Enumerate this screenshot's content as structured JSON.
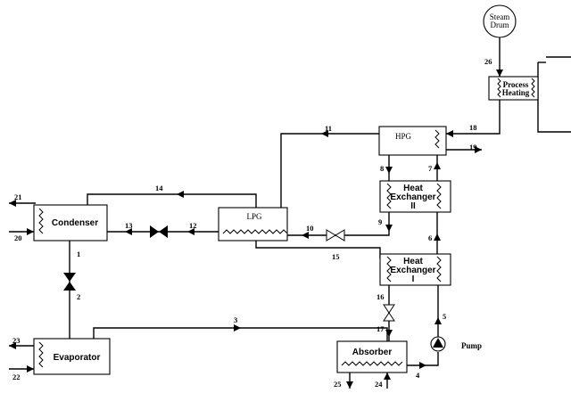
{
  "components": {
    "steam_drum": [
      "Steam",
      "Drum"
    ],
    "process_heating": [
      "Process",
      "Heating"
    ],
    "hpg": "HPG",
    "heat_exchanger_2": [
      "Heat",
      "Exchanger",
      "II"
    ],
    "heat_exchanger_1": [
      "Heat",
      "Exchanger",
      "I"
    ],
    "lpg": "LPG",
    "condenser": "Condenser",
    "evaporator": "Evaporator",
    "absorber": "Absorber",
    "pump": "Pump"
  },
  "streams": {
    "s1": "1",
    "s2": "2",
    "s3": "3",
    "s4": "4",
    "s5": "5",
    "s6": "6",
    "s7": "7",
    "s8": "8",
    "s9": "9",
    "s10": "10",
    "s11": "11",
    "s12": "12",
    "s13": "13",
    "s14": "14",
    "s15": "15",
    "s16": "16",
    "s17": "17",
    "s18": "18",
    "s19": "19",
    "s20": "20",
    "s21": "21",
    "s22": "22",
    "s23": "23",
    "s24": "24",
    "s25": "25",
    "s26": "26"
  }
}
